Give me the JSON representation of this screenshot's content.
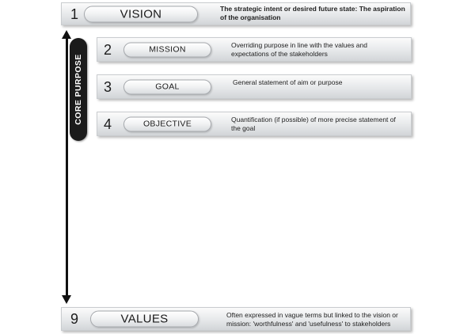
{
  "rows": {
    "vision": {
      "number": "1",
      "label": "VISION",
      "description": "The strategic intent or desired future state: The aspiration of the organisation"
    },
    "mission": {
      "number": "2",
      "label": "MISSION",
      "description": "Overriding purpose in line with the values and expectations of the stakeholders"
    },
    "goal": {
      "number": "3",
      "label": "GOAL",
      "description": "General statement of aim or purpose"
    },
    "objective": {
      "number": "4",
      "label": "OBJECTIVE",
      "description": "Quantification (if possible) of more precise statement of the goal"
    },
    "values": {
      "number": "9",
      "label": "VALUES",
      "description": "Often expressed in vague terms but linked to the vision or mission: 'worthfulness' and 'usefulness' to stakeholders"
    }
  },
  "core_purpose": {
    "label": "CORE PURPOSE"
  }
}
